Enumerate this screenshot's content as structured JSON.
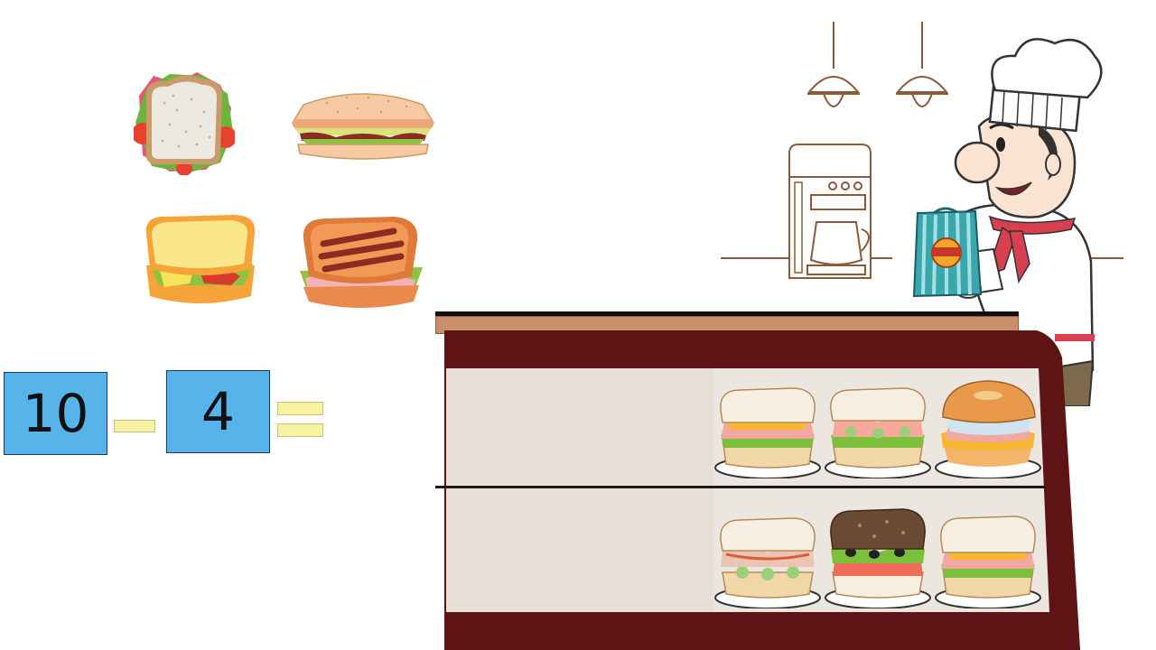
{
  "equation": {
    "left_operand": "10",
    "operator": "minus",
    "right_operand": "4",
    "relation": "equals",
    "result": ""
  },
  "colors": {
    "number_box": "#56b4ea",
    "operator_bar": "#f6f2a2",
    "counter_wood": "#c9906a",
    "counter_maroon": "#5e1414",
    "shelf_bg": "#ebe6df"
  },
  "sandwich_choices": [
    {
      "icon": "toast-sandwich-top-icon"
    },
    {
      "icon": "club-sandwich-icon"
    },
    {
      "icon": "cheese-sandwich-icon"
    },
    {
      "icon": "grilled-panini-icon"
    }
  ],
  "display_case": {
    "top_shelf": [
      "ham-sandwich-icon",
      "shrimp-sandwich-icon",
      "bagel-sandwich-icon"
    ],
    "bottom_shelf": [
      "tuna-sandwich-icon",
      "rye-sandwich-icon",
      "ham-sandwich-icon"
    ]
  },
  "scene": {
    "character": "chef-icon",
    "props": [
      "pendant-lamp-icon",
      "pendant-lamp-icon",
      "coffee-machine-icon",
      "gift-bag-icon"
    ]
  }
}
